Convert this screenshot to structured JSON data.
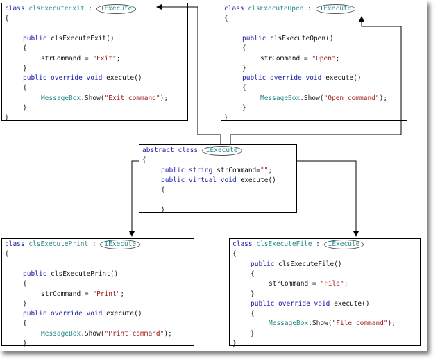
{
  "boxes": {
    "exit": {
      "header": {
        "kw": "class",
        "name": "clsExecuteExit",
        "sep": " : ",
        "iface": "IExecute"
      },
      "lines": [
        {
          "indent": 0,
          "parts": [
            {
              "t": "{",
              "c": "pl"
            }
          ]
        },
        {
          "indent": 0,
          "parts": []
        },
        {
          "indent": 1,
          "parts": [
            {
              "t": "public ",
              "c": "kw"
            },
            {
              "t": "clsExecuteExit()",
              "c": "pl"
            }
          ]
        },
        {
          "indent": 1,
          "parts": [
            {
              "t": "{",
              "c": "pl"
            }
          ]
        },
        {
          "indent": 2,
          "parts": [
            {
              "t": "strCommand = ",
              "c": "pl"
            },
            {
              "t": "\"Exit\"",
              "c": "str"
            },
            {
              "t": ";",
              "c": "pl"
            }
          ]
        },
        {
          "indent": 1,
          "parts": [
            {
              "t": "}",
              "c": "pl"
            }
          ]
        },
        {
          "indent": 1,
          "parts": [
            {
              "t": "public override void ",
              "c": "kw"
            },
            {
              "t": "execute()",
              "c": "pl"
            }
          ]
        },
        {
          "indent": 1,
          "parts": [
            {
              "t": "{",
              "c": "pl"
            }
          ]
        },
        {
          "indent": 2,
          "parts": [
            {
              "t": "MessageBox",
              "c": "cls"
            },
            {
              "t": ".Show(",
              "c": "pl"
            },
            {
              "t": "\"Exit command\"",
              "c": "str"
            },
            {
              "t": ");",
              "c": "pl"
            }
          ]
        },
        {
          "indent": 1,
          "parts": [
            {
              "t": "}",
              "c": "pl"
            }
          ]
        },
        {
          "indent": 0,
          "parts": [
            {
              "t": "}",
              "c": "pl"
            }
          ]
        }
      ]
    },
    "open": {
      "header": {
        "kw": "class",
        "name": "clsExecuteOpen",
        "sep": " : ",
        "iface": "IExecute"
      },
      "lines": [
        {
          "indent": 0,
          "parts": [
            {
              "t": "{",
              "c": "pl"
            }
          ]
        },
        {
          "indent": 0,
          "parts": []
        },
        {
          "indent": 1,
          "parts": [
            {
              "t": "public ",
              "c": "kw"
            },
            {
              "t": "clsExecuteOpen()",
              "c": "pl"
            }
          ]
        },
        {
          "indent": 1,
          "parts": [
            {
              "t": "{",
              "c": "pl"
            }
          ]
        },
        {
          "indent": 2,
          "parts": [
            {
              "t": "strCommand = ",
              "c": "pl"
            },
            {
              "t": "\"Open\"",
              "c": "str"
            },
            {
              "t": ";",
              "c": "pl"
            }
          ]
        },
        {
          "indent": 1,
          "parts": [
            {
              "t": "}",
              "c": "pl"
            }
          ]
        },
        {
          "indent": 1,
          "parts": [
            {
              "t": "public override void ",
              "c": "kw"
            },
            {
              "t": "execute()",
              "c": "pl"
            }
          ]
        },
        {
          "indent": 1,
          "parts": [
            {
              "t": "{",
              "c": "pl"
            }
          ]
        },
        {
          "indent": 2,
          "parts": [
            {
              "t": "MessageBox",
              "c": "cls"
            },
            {
              "t": ".Show(",
              "c": "pl"
            },
            {
              "t": "\"Open command\"",
              "c": "str"
            },
            {
              "t": ");",
              "c": "pl"
            }
          ]
        },
        {
          "indent": 1,
          "parts": [
            {
              "t": "}",
              "c": "pl"
            }
          ]
        },
        {
          "indent": 0,
          "parts": [
            {
              "t": "}",
              "c": "pl"
            }
          ]
        }
      ]
    },
    "abstract": {
      "header": {
        "kw": "abstract class ",
        "name": "",
        "sep": "",
        "iface": "IExecute"
      },
      "lines": [
        {
          "indent": 0,
          "parts": [
            {
              "t": "{",
              "c": "pl"
            }
          ]
        },
        {
          "indent": 1,
          "parts": [
            {
              "t": "public string ",
              "c": "kw"
            },
            {
              "t": "strCommand=",
              "c": "pl"
            },
            {
              "t": "\"\"",
              "c": "str"
            },
            {
              "t": ";",
              "c": "pl"
            }
          ]
        },
        {
          "indent": 1,
          "parts": [
            {
              "t": "public virtual void ",
              "c": "kw"
            },
            {
              "t": "execute()",
              "c": "pl"
            }
          ]
        },
        {
          "indent": 1,
          "parts": [
            {
              "t": "{",
              "c": "pl"
            }
          ]
        },
        {
          "indent": 0,
          "parts": []
        },
        {
          "indent": 1,
          "parts": [
            {
              "t": "}",
              "c": "pl"
            }
          ]
        }
      ]
    },
    "print": {
      "header": {
        "kw": "class",
        "name": "clsExecutePrint",
        "sep": " : ",
        "iface": "IExecute"
      },
      "lines": [
        {
          "indent": 0,
          "parts": [
            {
              "t": "{",
              "c": "pl"
            }
          ]
        },
        {
          "indent": 0,
          "parts": []
        },
        {
          "indent": 1,
          "parts": [
            {
              "t": "public ",
              "c": "kw"
            },
            {
              "t": "clsExecutePrint()",
              "c": "pl"
            }
          ]
        },
        {
          "indent": 1,
          "parts": [
            {
              "t": "{",
              "c": "pl"
            }
          ]
        },
        {
          "indent": 2,
          "parts": [
            {
              "t": "strCommand = ",
              "c": "pl"
            },
            {
              "t": "\"Print\"",
              "c": "str"
            },
            {
              "t": ";",
              "c": "pl"
            }
          ]
        },
        {
          "indent": 1,
          "parts": [
            {
              "t": "}",
              "c": "pl"
            }
          ]
        },
        {
          "indent": 1,
          "parts": [
            {
              "t": "public override void ",
              "c": "kw"
            },
            {
              "t": "execute()",
              "c": "pl"
            }
          ]
        },
        {
          "indent": 1,
          "parts": [
            {
              "t": "{",
              "c": "pl"
            }
          ]
        },
        {
          "indent": 2,
          "parts": [
            {
              "t": "MessageBox",
              "c": "cls"
            },
            {
              "t": ".Show(",
              "c": "pl"
            },
            {
              "t": "\"Print command\"",
              "c": "str"
            },
            {
              "t": ");",
              "c": "pl"
            }
          ]
        },
        {
          "indent": 1,
          "parts": [
            {
              "t": "}",
              "c": "pl"
            }
          ]
        }
      ]
    },
    "file": {
      "header": {
        "kw": "class",
        "name": "clsExecuteFile",
        "sep": " : ",
        "iface": "IExecute"
      },
      "lines": [
        {
          "indent": 0,
          "parts": [
            {
              "t": "{",
              "c": "pl"
            }
          ]
        },
        {
          "indent": 1,
          "parts": [
            {
              "t": "public ",
              "c": "kw"
            },
            {
              "t": "clsExecuteFile()",
              "c": "pl"
            }
          ]
        },
        {
          "indent": 1,
          "parts": [
            {
              "t": "{",
              "c": "pl"
            }
          ]
        },
        {
          "indent": 2,
          "parts": [
            {
              "t": "strCommand = ",
              "c": "pl"
            },
            {
              "t": "\"File\"",
              "c": "str"
            },
            {
              "t": ";",
              "c": "pl"
            }
          ]
        },
        {
          "indent": 1,
          "parts": [
            {
              "t": "}",
              "c": "pl"
            }
          ]
        },
        {
          "indent": 1,
          "parts": [
            {
              "t": "public override void ",
              "c": "kw"
            },
            {
              "t": "execute()",
              "c": "pl"
            }
          ]
        },
        {
          "indent": 1,
          "parts": [
            {
              "t": "{",
              "c": "pl"
            }
          ]
        },
        {
          "indent": 2,
          "parts": [
            {
              "t": "MessageBox",
              "c": "cls"
            },
            {
              "t": ".Show(",
              "c": "pl"
            },
            {
              "t": "\"File command\"",
              "c": "str"
            },
            {
              "t": ");",
              "c": "pl"
            }
          ]
        },
        {
          "indent": 1,
          "parts": [
            {
              "t": "}",
              "c": "pl"
            }
          ]
        },
        {
          "indent": 0,
          "parts": [
            {
              "t": "}",
              "c": "pl"
            }
          ]
        }
      ]
    }
  },
  "colors": {
    "keyword": "#1a1aa8",
    "type": "#2a8a8a",
    "string": "#a01818",
    "text": "#111111"
  }
}
